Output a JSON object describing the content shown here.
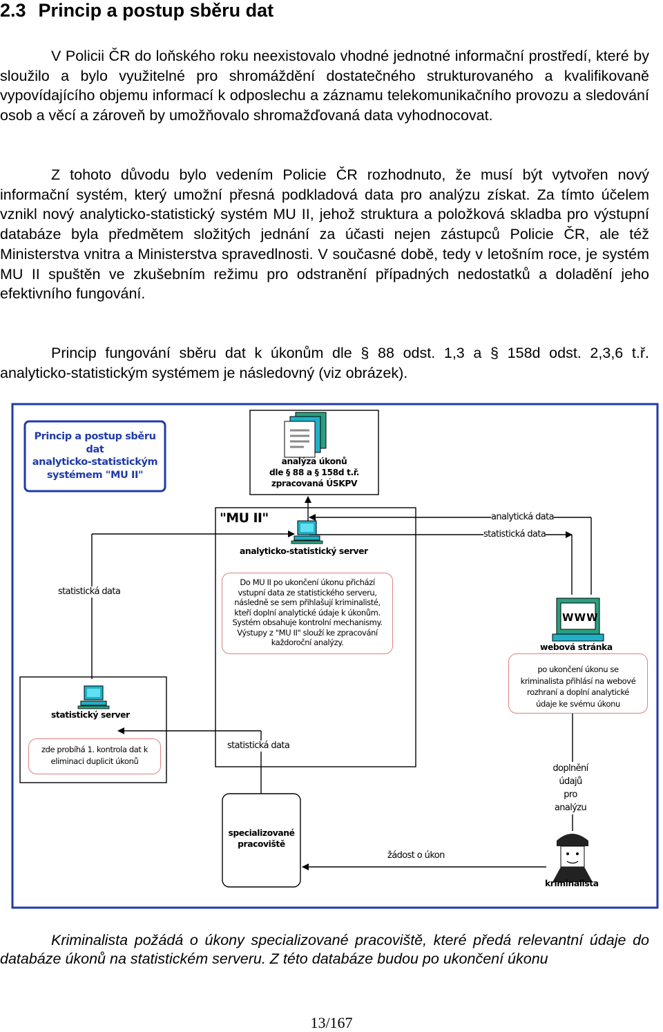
{
  "section": {
    "number": "2.3",
    "title": "Princip a postup sběru dat"
  },
  "paragraphs": [
    "V Policii ČR do loňského roku neexistovalo vhodné jednotné informační prostředí, které by sloužilo a bylo využitelné pro shromáždění dostatečného strukturovaného a kvalifikovaně vypovídajícího objemu informací k odposlechu a záznamu telekomunikačního provozu a sledování osob a věcí a zároveň by umožňovalo shromažďovaná data vyhodnocovat.",
    "Z tohoto důvodu bylo vedením Policie ČR rozhodnuto, že musí být vytvořen nový informační systém, který umožní přesná podkladová data pro analýzu získat. Za tímto účelem vznikl nový analyticko-statistický systém MU II, jehož struktura a položková skladba pro výstupní databáze byla předmětem složitých jednání za účasti nejen zástupců Policie ČR, ale též Ministerstva vnitra a Ministerstva spravedlnosti. V současné době, tedy v letošním roce, je systém MU II spuštěn ve zkušebním režimu pro odstranění případných nedostatků a doladění jeho efektivního fungování.",
    "Princip fungování sběru dat k úkonům dle § 88 odst. 1,3 a § 158d odst. 2,3,6 t.ř. analyticko-statistickým systémem je následovný (viz obrázek).",
    "Kriminalista požádá o úkony specializované pracoviště, které předá relevantní údaje do databáze úkonů na statistickém serveru. Z této databáze budou po ukončení úkonu"
  ],
  "diagram": {
    "title_lines": [
      "Princip a postup sběru",
      "dat",
      "analyticko-statistickým",
      "systémem \"MU II\""
    ],
    "analysis_lines": [
      "analýza úkonů",
      "dle § 88 a § 158d t.ř.",
      "zpracovaná ÚSKPV"
    ],
    "mu_title": "\"MU II\"",
    "server_label": "analyticko-statistický server",
    "mu_note_lines": [
      "Do MU II po ukončení úkonu přichází",
      "vstupní data ze statistického serveru,",
      "následně se sem přihlašují kriminalisté,",
      "kteří doplní analytické údaje k úkonům.",
      "Systém obsahuje kontrolní mechanismy.",
      "Výstupy z \"MU II\" slouží ke zpracování",
      "každoroční analýzy."
    ],
    "label_analyticka_data": "analytická data",
    "label_statisticka_data_top": "statistická data",
    "label_statisticka_data_left": "statistická data",
    "label_statisticka_data_mid": "statistická data",
    "web_label": "webová stránka",
    "web_icon_text": "WWW",
    "web_note_lines": [
      "po ukončení úkonu se",
      "kriminalista přihlásí na webové",
      "rozhraní a doplní analytické",
      "údaje ke svému úkonu"
    ],
    "stat_server_label": "statistický server",
    "stat_note_lines": [
      "zde probíhá 1. kontrola dat k",
      "eliminaci duplicit úkonů"
    ],
    "spec_lines": [
      "specializované",
      "pracoviště"
    ],
    "doplneni_lines": [
      "doplnění",
      "údajů",
      "pro",
      "analýzu"
    ],
    "zadost": "žádost o úkon",
    "kriminalista": "kriminalista",
    "colors": {
      "frame": "#1f3aa8",
      "title_border": "#1f3aa8",
      "note_border": "#e08080",
      "icon_green": "#2aa080",
      "icon_cyan": "#20b0c8"
    }
  },
  "footer": {
    "page": "13/167"
  }
}
